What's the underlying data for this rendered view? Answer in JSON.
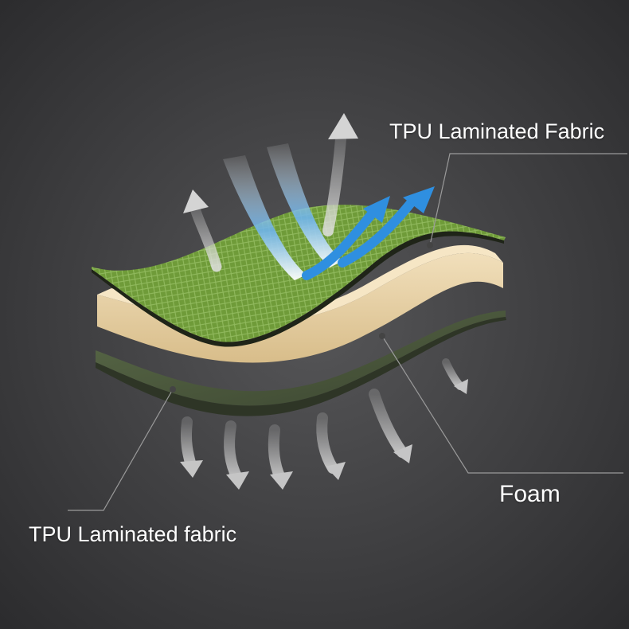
{
  "labels": {
    "top": "TPU Laminated Fabric",
    "middle": "Foam",
    "bottom": "TPU Laminated fabric"
  },
  "colors": {
    "background": "#3a3a3c",
    "top_layer": "#6f9b39",
    "foam_layer": "#e6cfa3",
    "bottom_layer": "#4c5a3e",
    "arrow_blue": "#2f8fe0",
    "arrow_white": "#d8d8d8",
    "leader_line": "#9a9a9a"
  },
  "icons": {
    "incoming_air": "down-arrow-icon",
    "outgoing_vapor": "up-arrow-icon",
    "exhaust": "down-arrow-icon"
  }
}
